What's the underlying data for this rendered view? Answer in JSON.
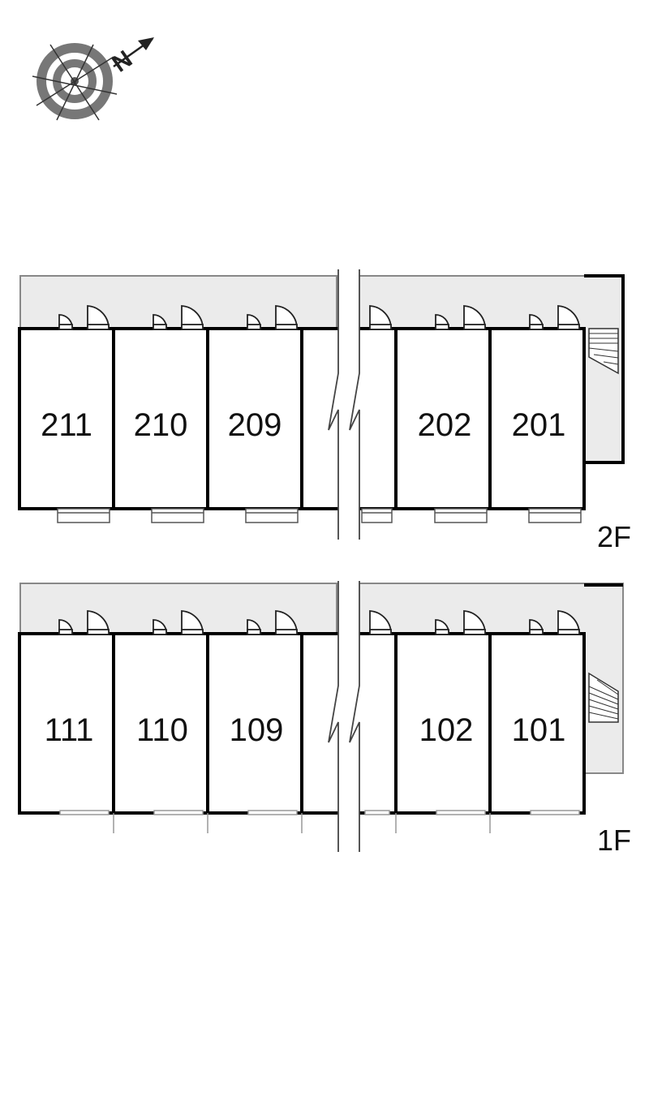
{
  "compass": {
    "label": "N",
    "icon": "north-arrow-icon"
  },
  "floors": [
    {
      "label": "2F",
      "units": [
        {
          "number": "211"
        },
        {
          "number": "210"
        },
        {
          "number": "209"
        },
        {
          "number": "202"
        },
        {
          "number": "201"
        }
      ]
    },
    {
      "label": "1F",
      "units": [
        {
          "number": "111"
        },
        {
          "number": "110"
        },
        {
          "number": "109"
        },
        {
          "number": "102"
        },
        {
          "number": "101"
        }
      ]
    }
  ],
  "colors": {
    "corridor": "#ebebeb",
    "wall": "#000000",
    "line": "#666666"
  }
}
